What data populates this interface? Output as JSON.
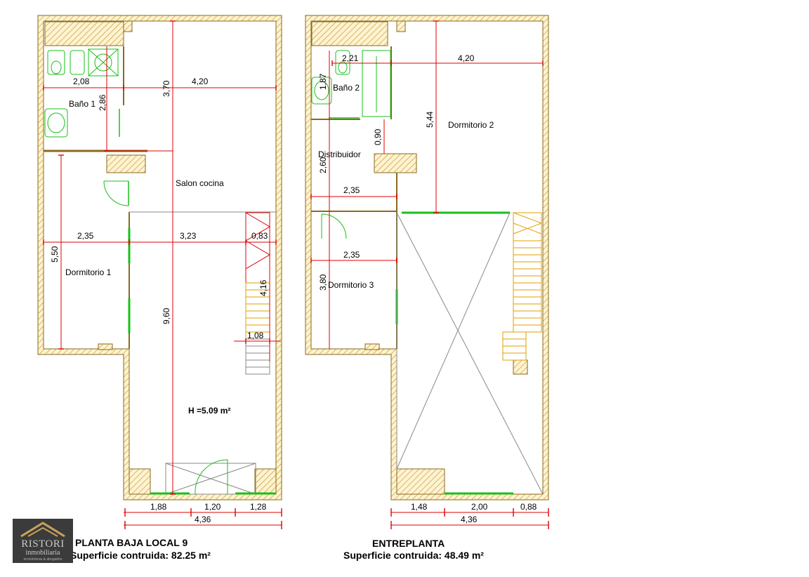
{
  "plans": {
    "ground": {
      "title": "PLANTA BAJA LOCAL 9",
      "surface": "Superficie contruida: 82.25 m²",
      "rooms": {
        "bath1": "Baño 1",
        "living": "Salon cocina",
        "bedroom1": "Dormitorio 1",
        "height": "H =5.09 m²"
      },
      "dims": {
        "d208": "2,08",
        "d286": "2,86",
        "d370": "3,70",
        "d420": "4,20",
        "d235": "2,35",
        "d323": "3,23",
        "d083": "0,83",
        "d550": "5,50",
        "d416": "4,16",
        "d960": "9,60",
        "d108": "1,08",
        "d188": "1,88",
        "d120": "1,20",
        "d128": "1,28",
        "d436": "4,36"
      }
    },
    "mezzanine": {
      "title": "ENTREPLANTA",
      "surface": "Superficie contruida: 48.49 m²",
      "rooms": {
        "bath2": "Baño 2",
        "bedroom2": "Dormitorio 2",
        "hall": "Distribuidor",
        "bedroom3": "Dormitorio 3"
      },
      "dims": {
        "d221": "2,21",
        "d420": "4,20",
        "d187": "1,87",
        "d544": "5,44",
        "d090": "0,90",
        "d260": "2,60",
        "d235a": "2,35",
        "d235b": "2,35",
        "d380": "3,80",
        "d148": "1,48",
        "d200": "2,00",
        "d088": "0,88",
        "d436": "4,36"
      }
    }
  },
  "logo": {
    "name": "RISTORI",
    "subtitle": "inmobiliaria",
    "tagline": "económicas & abogados"
  },
  "colors": {
    "wall": "#8a6a1e",
    "dimension": "#e00000",
    "fixtures": "#18c018",
    "stairs": "#e0a000"
  }
}
